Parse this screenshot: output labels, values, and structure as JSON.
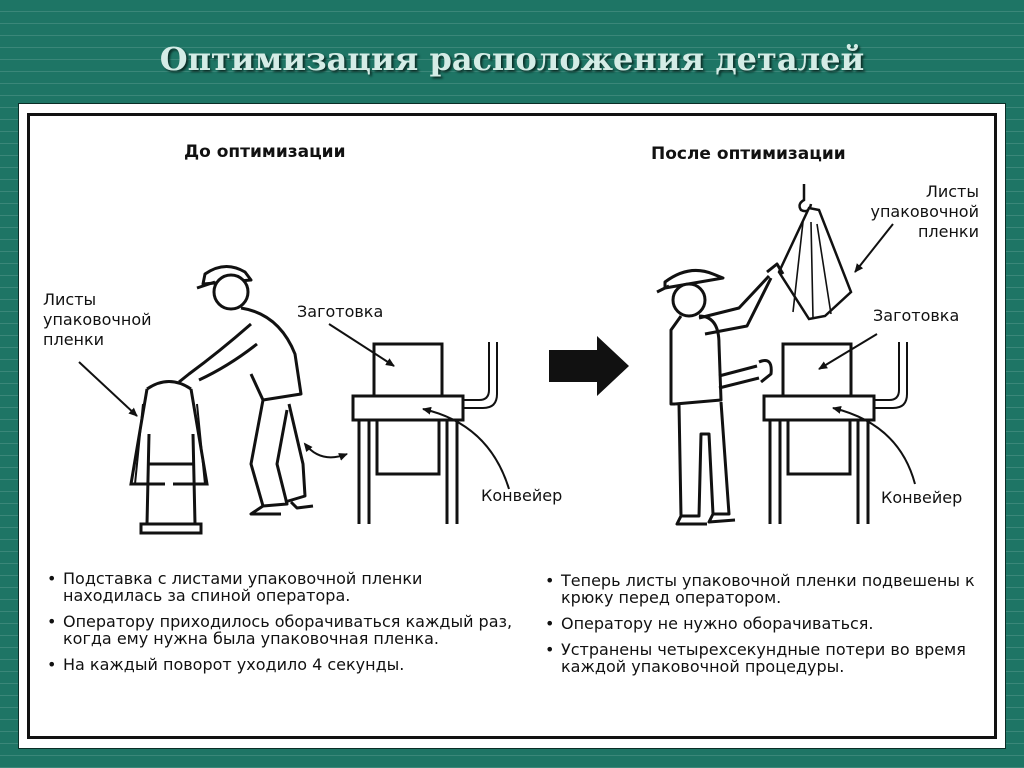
{
  "title": "Оптимизация расположения деталей",
  "before": {
    "heading": "До оптимизации",
    "label_film": "Листы\nупаковочной\nпленки",
    "label_workpiece": "Заготовка",
    "label_conveyor": "Конвейер",
    "bullets": [
      "Подставка с листами упаковочной пленки находилась за спиной оператора.",
      "Оператору приходилось оборачиваться каждый раз, когда ему нужна была упаковочная пленка.",
      "На каждый поворот уходило 4 секунды."
    ]
  },
  "after": {
    "heading": "После оптимизации",
    "label_film": "Листы\nупаковочной\nпленки",
    "label_workpiece": "Заготовка",
    "label_conveyor": "Конвейер",
    "bullets": [
      "Теперь листы упаковочной пленки подвешены к крюку перед оператором.",
      "Оператору не нужно оборачиваться.",
      "Устранены четырехсекундные потери во время каждой упаковочной процедуры."
    ]
  },
  "icons": {
    "arrow": "arrow-right-icon",
    "operator": "operator-icon",
    "stand": "film-stand-icon",
    "conveyor": "conveyor-icon",
    "hook": "hook-icon"
  }
}
